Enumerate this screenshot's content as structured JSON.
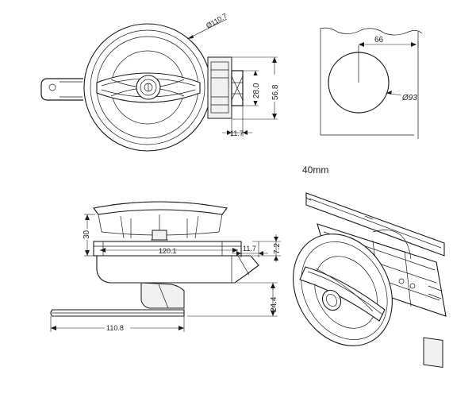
{
  "labels": {
    "front_diameter": "Ø110.7",
    "height_280": "28.0",
    "height_568": "56.8",
    "depth_117_top": "11.7",
    "cutout_offset": "66",
    "cutout_diameter": "Ø93",
    "door_thickness": "40mm",
    "side_height": "30",
    "side_width_1201": "120.1",
    "side_depth_117": "11.7",
    "side_flange_72": "7.2",
    "side_handle_244": "24.4",
    "side_total_1108": "110.8"
  }
}
